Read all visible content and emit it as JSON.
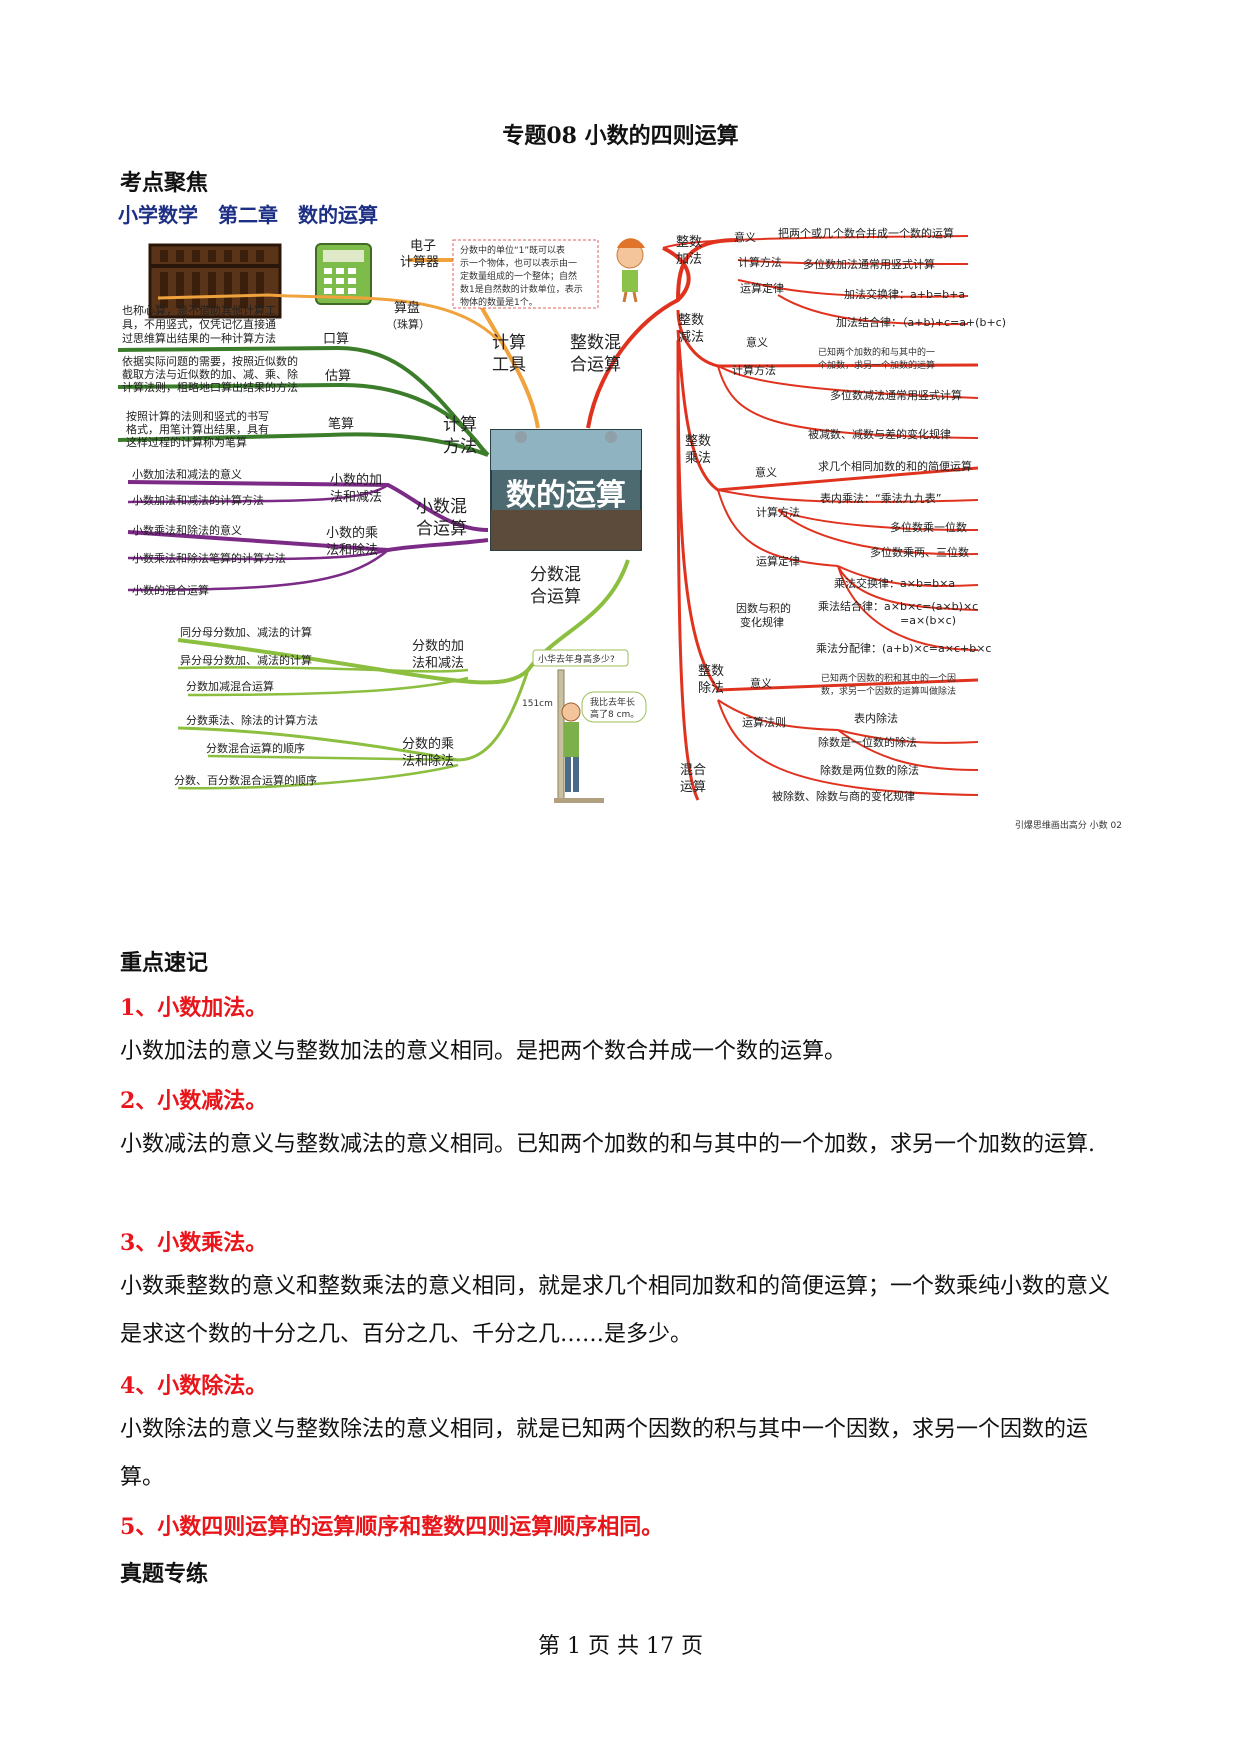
{
  "doc": {
    "title": "专题08 小数的四则运算",
    "section_focus": "考点聚焦",
    "section_notes": "重点速记",
    "section_practice": "真题专练",
    "footer": "第 1 页 共 17 页"
  },
  "mindmap": {
    "header": "小学数学　第二章　数的运算",
    "center": "数的运算",
    "calc_tools": {
      "label1": "计算",
      "label2": "工具",
      "electronic1": "电子",
      "electronic2": "计算器",
      "abacus": "算盘",
      "abacus_note": "（珠算）"
    },
    "note_bubble": [
      "分数中的单位“1”既可以表",
      "示一个物体，也可以表示由一",
      "定数量组成的一个整体；自然",
      "数1是自然数的计数单位，表示",
      "物体的数量是1个。"
    ],
    "calc_methods": {
      "label1": "计算",
      "label2": "方法",
      "mental": "口算",
      "mental_desc": [
        "也称心算，是不借助其他计算工",
        "具，不用竖式，仅凭记忆直接通",
        "过思维算出结果的一种计算方法"
      ],
      "estimate": "估算",
      "estimate_desc": [
        "依据实际问题的需要，按照近似数的",
        "截取方法与近似数的加、减、乘、除",
        "计算法则，粗略地口算出结果的方法"
      ],
      "written": "笔算",
      "written_desc": [
        "按照计算的法则和竖式的书写",
        "格式，用笔计算出结果，具有",
        "这样过程的计算称为笔算"
      ]
    },
    "decimal_mixed": {
      "label1": "小数混",
      "label2": "合运算",
      "add_sub1": "小数的加",
      "add_sub2": "法和减法",
      "mul_div1": "小数的乘",
      "mul_div2": "法和除法",
      "leaves": [
        "小数加法和减法的意义",
        "小数加法和减法的计算方法",
        "小数乘法和除法的意义",
        "小数乘法和除法笔算的计算方法",
        "小数的混合运算"
      ]
    },
    "fraction_mixed": {
      "label1": "分数混",
      "label2": "合运算",
      "add_sub1": "分数的加",
      "add_sub2": "法和减法",
      "mul_div1": "分数的乘",
      "mul_div2": "法和除法",
      "leaves": [
        "同分母分数加、减法的计算",
        "异分母分数加、减法的计算",
        "分数加减混合运算",
        "分数乘法、除法的计算方法",
        "分数混合运算的顺序",
        "分数、百分数混合运算的顺序"
      ],
      "speech_q": "小华去年身高多少?",
      "speech_a1": "我比去年长",
      "speech_a2": "高了8 cm。",
      "height_mark": "151cm"
    },
    "integer_mixed": {
      "label1": "整数混",
      "label2": "合运算",
      "add": {
        "label1": "整数",
        "label2": "加法",
        "meaning": "意义",
        "meaning_desc": "把两个或几个数合并成一个数的运算",
        "method": "计算方法",
        "method_desc": "多位数加法通常用竖式计算",
        "law": "运算定律",
        "commutative": "加法交换律：a+b=b+a",
        "associative": "加法结合律：（a+b)+c=a+(b+c)"
      },
      "sub": {
        "label1": "整数",
        "label2": "减法",
        "meaning": "意义",
        "meaning_desc1": "已知两个加数的和与其中的一",
        "meaning_desc2": "个加数，求另一个加数的运算",
        "method": "计算方法",
        "method_desc": "多位数减法通常用竖式计算",
        "change": "被减数、减数与差的变化规律"
      },
      "mul": {
        "label1": "整数",
        "label2": "乘法",
        "meaning": "意义",
        "meaning_desc": "求几个相同加数的和的简便运算",
        "method": "计算方法",
        "table": "表内乘法：“乘法九九表”",
        "one_digit": "多位数乘一位数",
        "multi_digit": "多位数乘两、三位数",
        "law": "运算定律",
        "commutative": "乘法交换律：a×b=b×a",
        "associative1": "乘法结合律：a×b×c=(a×b)×c",
        "associative2": "=a×(b×c)",
        "distributive": "乘法分配律：(a+b)×c=a×c+b×c",
        "change1": "因数与积的",
        "change2": "变化规律"
      },
      "div": {
        "label1": "整数",
        "label2": "除法",
        "meaning": "意义",
        "meaning_desc1": "已知两个因数的积和其中的一个因",
        "meaning_desc2": "数，求另一个因数的运算叫做除法",
        "rule": "运算法则",
        "table": "表内除法",
        "one_digit": "除数是一位数的除法",
        "two_digit": "除数是两位数的除法",
        "change": "被除数、除数与商的变化规律"
      },
      "mixed1": "混合",
      "mixed2": "运算"
    },
    "credit": "引爆思维画出高分 小数 02"
  },
  "notes": [
    {
      "heading": "1、小数加法。",
      "body": "小数加法的意义与整数加法的意义相同。是把两个数合并成一个数的运算。"
    },
    {
      "heading": "2、小数减法。",
      "body": "小数减法的意义与整数减法的意义相同。已知两个加数的和与其中的一个加数，求另一个加数的运算."
    },
    {
      "heading": "3、小数乘法。",
      "body": "小数乘整数的意义和整数乘法的意义相同，就是求几个相同加数和的简便运算；一个数乘纯小数的意义是求这个数的十分之几、百分之几、千分之几……是多少。"
    },
    {
      "heading": "4、小数除法。",
      "body": "小数除法的意义与整数除法的意义相同，就是已知两个因数的积与其中一个因数，求另一个因数的运算。"
    },
    {
      "heading": "5、小数四则运算的运算顺序和整数四则运算顺序相同。",
      "body": ""
    }
  ],
  "colors": {
    "tools": "#f0a23c",
    "methods": "#3b7d2a",
    "decimal": "#7b2a86",
    "fraction": "#8cbf3f",
    "integer": "#e0331f",
    "heading_red": "#e8161b"
  }
}
